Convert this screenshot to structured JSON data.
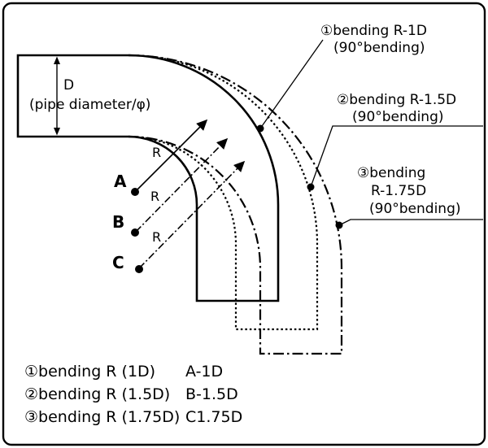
{
  "figure": {
    "pipe": {
      "diameter_label": "D",
      "diameter_sub_label": "(pipe diameter/φ)"
    },
    "radius_arrows": [
      {
        "point": "A",
        "radius_label": "R"
      },
      {
        "point": "B",
        "radius_label": "R"
      },
      {
        "point": "C",
        "radius_label": "R"
      }
    ],
    "callouts": [
      {
        "title": "①bending R-1D",
        "subtitle": "(90°bending)"
      },
      {
        "title": "②bending R-1.5D",
        "subtitle": "(90°bending)"
      },
      {
        "title": "③bending",
        "title2": "R-1.75D",
        "subtitle": "(90°bending)"
      }
    ]
  },
  "legend": {
    "rows": [
      {
        "label": "①bending R (1D)",
        "value": "A-1D"
      },
      {
        "label": "②bending R (1.5D)",
        "value": "B-1.5D"
      },
      {
        "label": "③bending R (1.75D)",
        "value": "C1.75D"
      }
    ]
  },
  "colors": {
    "ink": "#000000",
    "paper": "#ffffff"
  }
}
